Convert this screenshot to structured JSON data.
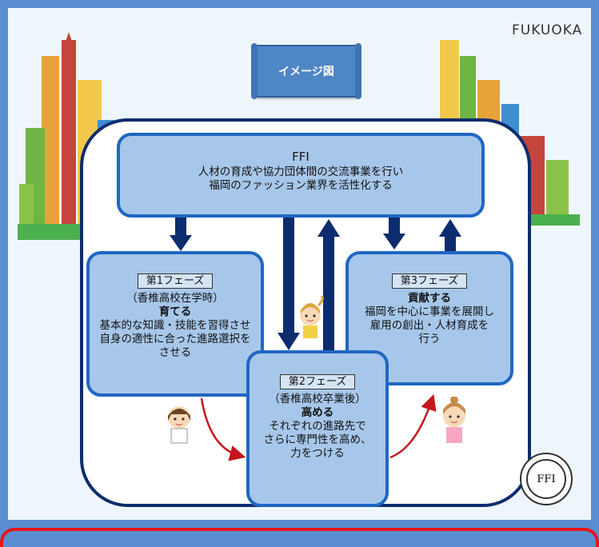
{
  "brand_label": "FUKUOKA",
  "banner_label": "イメージ図",
  "ffi_box": {
    "title": "FFI",
    "line1": "人材の育成や協力団体間の交流事業を行い",
    "line2": "福岡のファッション業界を活性化する"
  },
  "phase1": {
    "tag": "第1フェーズ",
    "sub": "（香椎高校在学時）",
    "heading": "育てる",
    "line1": "基本的な知識・技能を習得させ",
    "line2": "自身の適性に合った進路選択を",
    "line3": "させる"
  },
  "phase2": {
    "tag": "第2フェーズ",
    "sub": "（香椎高校卒業後）",
    "heading": "高める",
    "line1": "それぞれの進路先で",
    "line2": "さらに専門性を高め、",
    "line3": "力をつける"
  },
  "phase3": {
    "tag": "第3フェーズ",
    "heading": "貢献する",
    "line1": "福岡を中心に事業を展開し",
    "line2": "雇用の創出・人材育成を",
    "line3": "行う"
  },
  "seal_label": "FFI",
  "colors": {
    "frame": "#5b8ed1",
    "box_fill": "#a7c7ea",
    "box_border": "#1f67c2",
    "arrow_navy": "#0d2c6e",
    "curve_red": "#c4161c"
  }
}
